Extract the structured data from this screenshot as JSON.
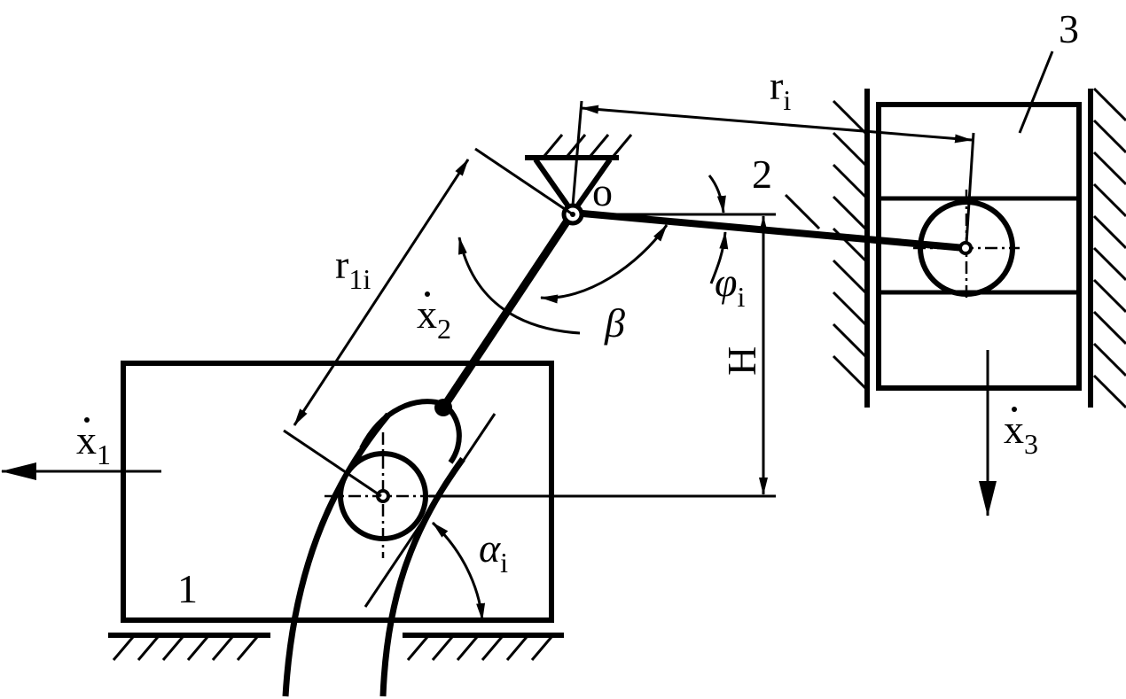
{
  "labels": {
    "body1": "1",
    "body2": "2",
    "body3": "3",
    "pivot": "o",
    "r_main": "r",
    "r_sub": "i",
    "r1_main": "r",
    "r1_sub": "1i",
    "x1_main": "x",
    "x1_sub": "1",
    "x2_main": "x",
    "x2_sub": "2",
    "x3_main": "x",
    "x3_sub": "3",
    "beta": "β",
    "phi_main": "φ",
    "phi_sub": "i",
    "alpha_main": "α",
    "alpha_sub": "i",
    "H": "H"
  }
}
